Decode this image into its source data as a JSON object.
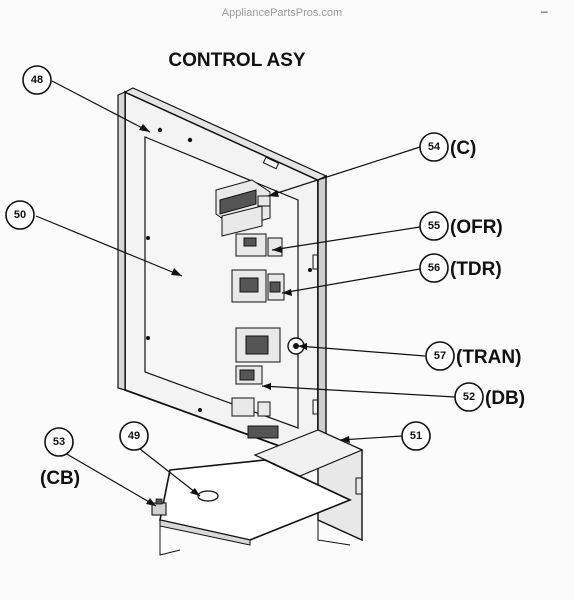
{
  "watermark": "AppliancePartsPros.com",
  "title": "CONTROL ASY",
  "callouts": [
    {
      "id": "48",
      "code": ""
    },
    {
      "id": "50",
      "code": ""
    },
    {
      "id": "54",
      "code": "(C)"
    },
    {
      "id": "55",
      "code": "(OFR)"
    },
    {
      "id": "56",
      "code": "(TDR)"
    },
    {
      "id": "57",
      "code": "(TRAN)"
    },
    {
      "id": "52",
      "code": "(DB)"
    },
    {
      "id": "51",
      "code": ""
    },
    {
      "id": "49",
      "code": ""
    },
    {
      "id": "53",
      "code": "(CB)"
    }
  ]
}
